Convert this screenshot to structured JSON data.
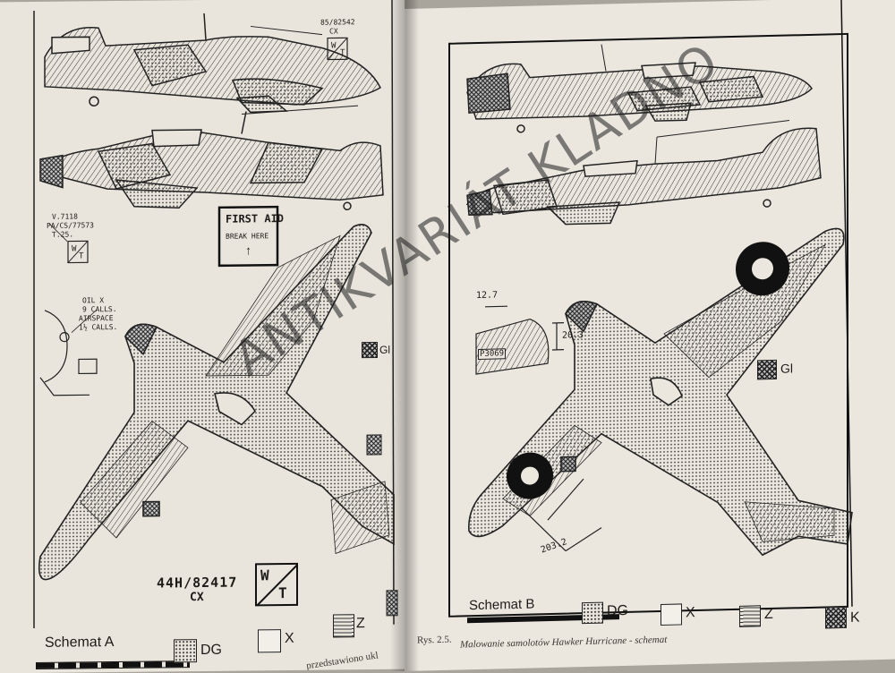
{
  "left_page": {
    "schema_title": "Schemat A",
    "serial_upper": "85/82542",
    "serial_upper_code": "CX",
    "badge_letters": [
      "W",
      "T"
    ],
    "first_aid_title": "FIRST AID",
    "first_aid_sub": "BREAK HERE",
    "stencil_lines": [
      "V.7118",
      "PA/CS/77573",
      "T.25."
    ],
    "fuel_lines": [
      "OIL  X",
      "9 CALLS.",
      "AIRSPACE",
      "1½ CALLS."
    ],
    "serial_lower": "44H/82417",
    "serial_lower_code": "CX",
    "gi_label": "Gl",
    "legend": [
      {
        "code": "DG"
      },
      {
        "code": "X"
      },
      {
        "code": "Z"
      }
    ],
    "footer_text": "przedstawiono ukl"
  },
  "right_page": {
    "schema_title": "Schemat B",
    "gi_label": "Gl",
    "dim_top": "12.7",
    "dim_side": "20.3",
    "dim_bottom": "203.2",
    "stencil_small": "P3069",
    "legend": [
      {
        "code": "DG"
      },
      {
        "code": "X"
      },
      {
        "code": "Z"
      },
      {
        "code": "K"
      }
    ],
    "caption_label": "Rys. 2.5.",
    "caption_text": "Malowanie samolotów Hawker Hurricane - schemat"
  },
  "watermark": "ANTIKVARIÁT KLADNO"
}
